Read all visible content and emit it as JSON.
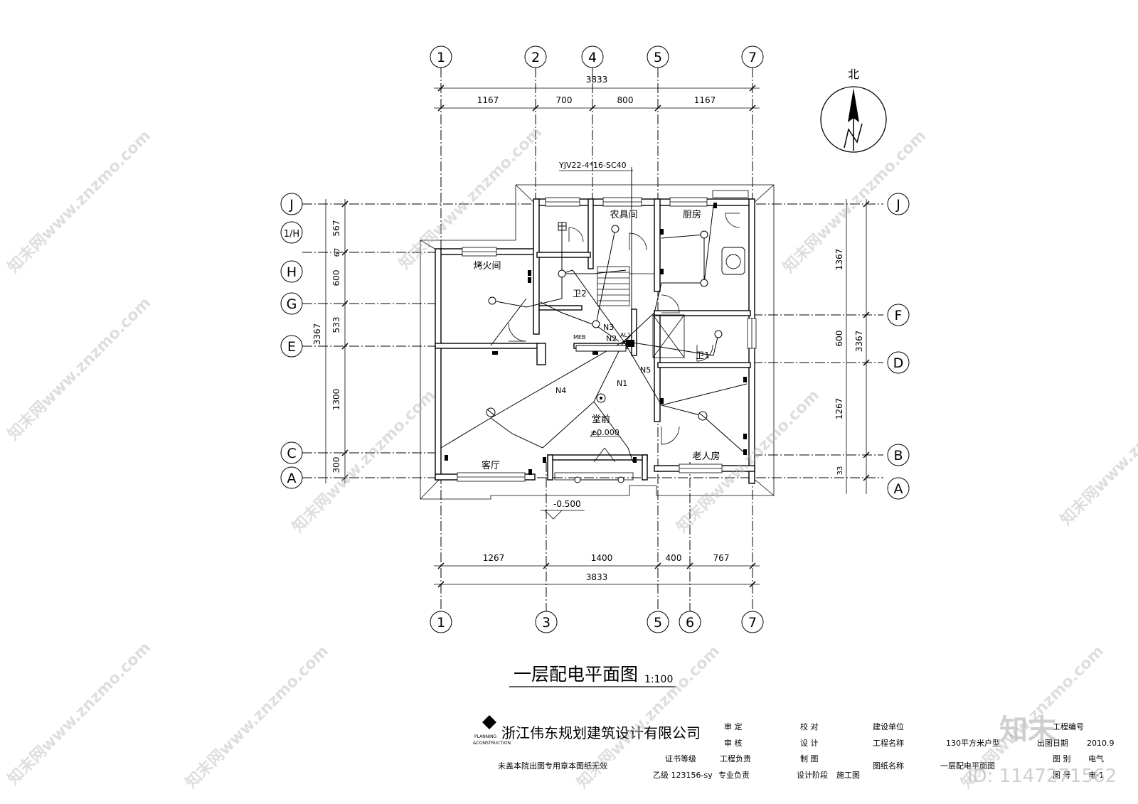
{
  "drawing": {
    "title": "一层配电平面图",
    "scale": "1:100",
    "north_label": "北",
    "cable_spec": "YJV22-4*16-SC40",
    "elevation_floor": "±0.000",
    "elevation_outside": "-0.500"
  },
  "axes": {
    "top": [
      "1",
      "2",
      "4",
      "5",
      "7"
    ],
    "bottom": [
      "1",
      "3",
      "5",
      "6",
      "7"
    ],
    "left": [
      "J",
      "1/H",
      "H",
      "G",
      "E",
      "C",
      "A"
    ],
    "right": [
      "J",
      "F",
      "D",
      "B",
      "A"
    ]
  },
  "dimensions": {
    "top_total": "3833",
    "top_segments": [
      "1167",
      "700",
      "800",
      "1167"
    ],
    "bottom_segments": [
      "1267",
      "1400",
      "400",
      "767"
    ],
    "bottom_total": "3833",
    "left_segments": [
      "567",
      "67",
      "600",
      "533",
      "1300",
      "300"
    ],
    "left_total": "3367",
    "right_segments": [
      "1367",
      "600",
      "1267",
      "33"
    ],
    "right_total": "3367"
  },
  "rooms": {
    "farm_tools": "农具间",
    "kitchen": "厨房",
    "fire_room": "烤火间",
    "wc2": "卫2",
    "wc1": "卫1",
    "hall": "堂前",
    "living": "客厅",
    "elder": "老人房"
  },
  "circuits": {
    "n1": "N1",
    "n2": "N2",
    "n3": "N3",
    "n4": "N4",
    "n5": "N5",
    "meb": "MEB",
    "al1": "AL1"
  },
  "title_block": {
    "company": "浙江伟东规划建筑设计有限公司",
    "logo_text_1": "PLANNING",
    "logo_text_2": "&CONSTRUCTION",
    "note": "未盖本院出图专用章本图纸无效",
    "cert_grade_label": "证书等级",
    "cert_grade_value": "乙级 123156-sy",
    "approve": "审    定",
    "review": "审    核",
    "project_lead": "工程负责",
    "discipline_lead": "专业负责",
    "check": "校    对",
    "design": "设    计",
    "draw": "制    图",
    "stage_label": "设计阶段",
    "stage_value": "施工图",
    "client_label": "建设单位",
    "project_label": "工程名称",
    "project_value": "130平方米户型",
    "sheet_name_label": "图纸名称",
    "sheet_name_value": "一层配电平面图",
    "project_no_label": "工程编号",
    "date_label": "出图日期",
    "date_value": "2010.9",
    "category_label": "图    别",
    "category_value": "电气",
    "sheet_no_label": "图    号",
    "sheet_no_value": "电-1"
  },
  "watermark": {
    "text": "知末网www.znzmo.com",
    "logo": "知末",
    "id_text": "ID: 1147271562"
  }
}
